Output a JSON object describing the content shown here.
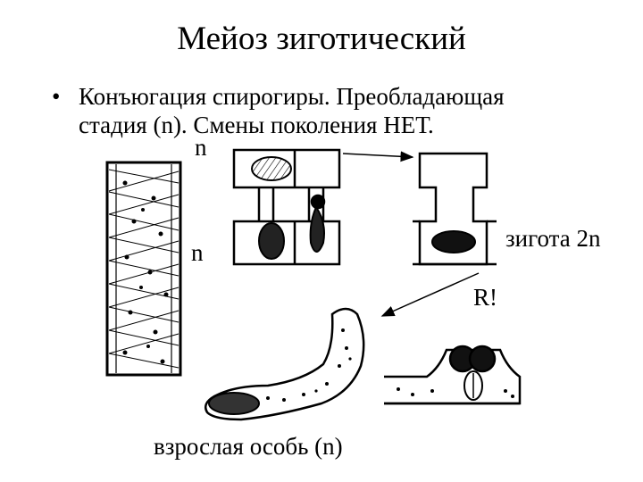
{
  "slide": {
    "title": "Мейоз зиготический",
    "bullet_symbol": "•",
    "bullet_line1": "Конъюгация спирогиры. Преобладающая",
    "bullet_line2": "стадия (n). Смены поколения НЕТ."
  },
  "labels": {
    "n_top": "n",
    "n_left": "n",
    "zygote": "зигота 2n",
    "r": "R!",
    "adult": "взрослая особь (n)"
  }
}
